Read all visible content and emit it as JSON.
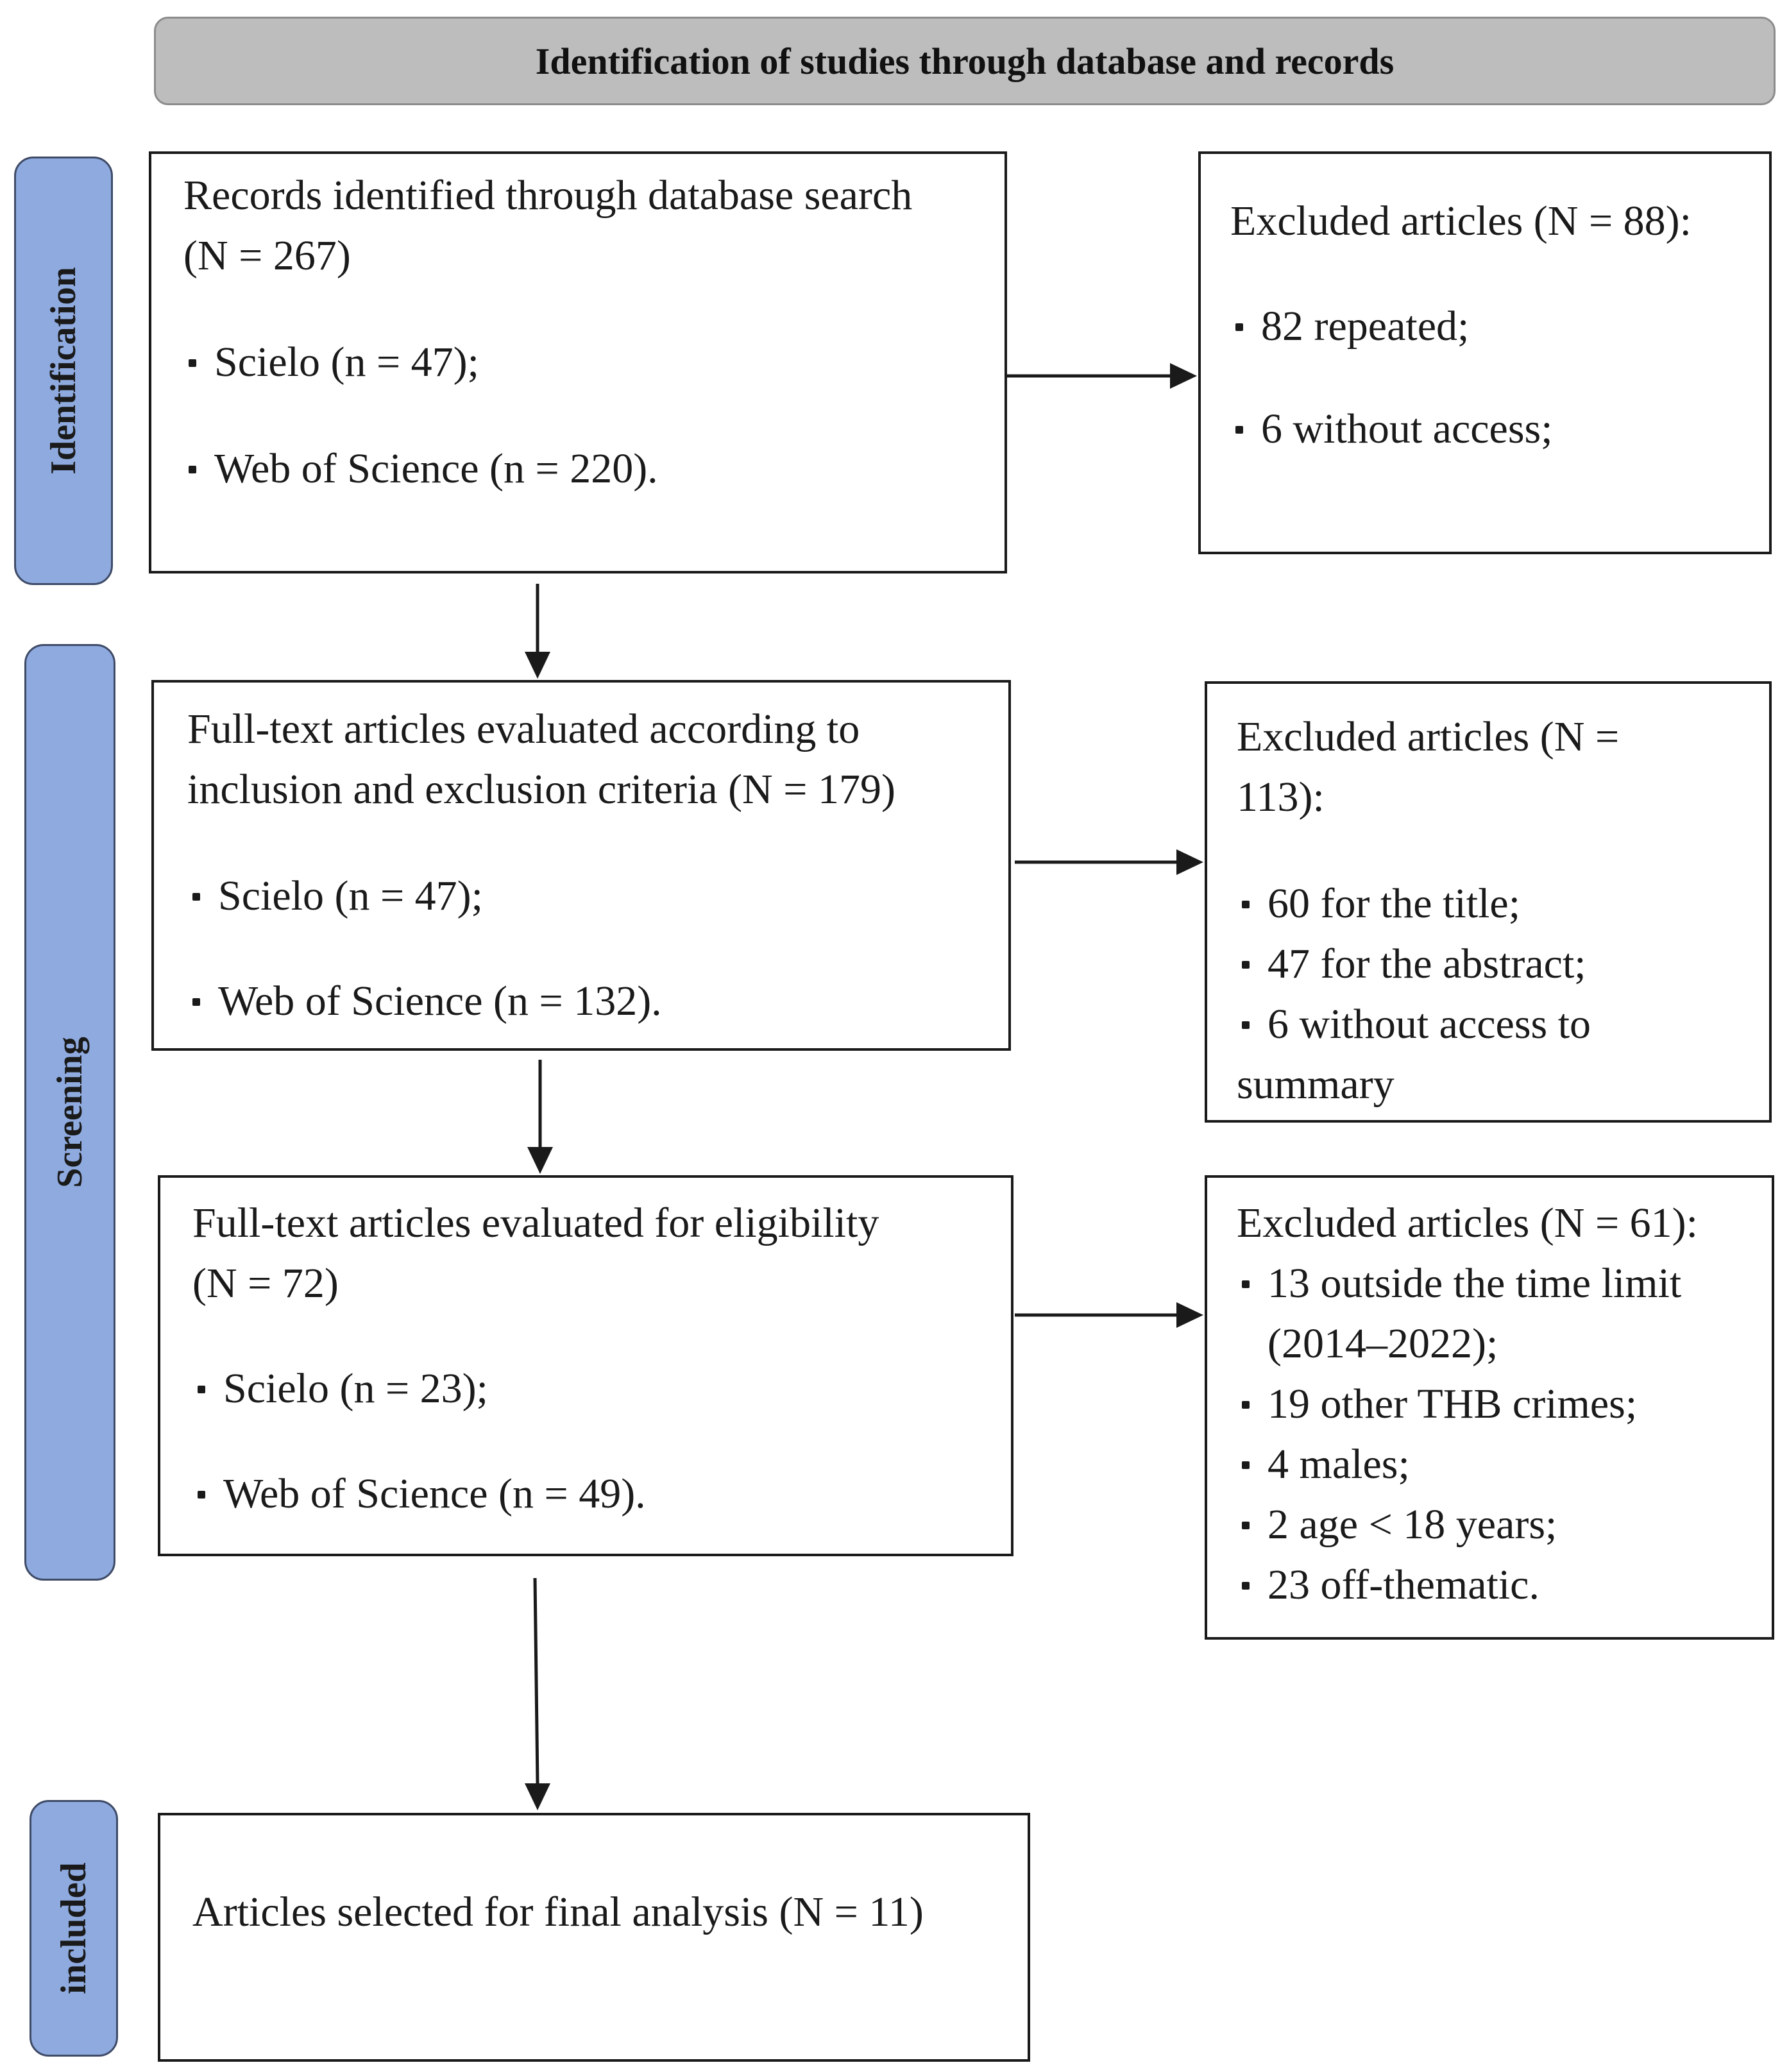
{
  "header": {
    "title": "Identification of studies through database and records"
  },
  "stages": {
    "identification": "Identification",
    "screening": "Screening",
    "included": "included"
  },
  "identification_box": {
    "line1": "Records identified through database search",
    "line2": "(N = 267)",
    "items": [
      "Scielo (n = 47);",
      "Web of Science (n = 220)."
    ]
  },
  "excluded_1": {
    "title": "Excluded articles (N = 88):",
    "items": [
      "82 repeated;",
      "6 without access;"
    ]
  },
  "screening_box": {
    "line1": "Full-text articles evaluated according to",
    "line2": "inclusion and exclusion criteria (N = 179)",
    "items": [
      "Scielo (n = 47);",
      "Web of Science (n = 132)."
    ]
  },
  "excluded_2": {
    "line1": "Excluded articles (N =",
    "line2": "113):",
    "items": [
      "60 for the title;",
      "47 for the abstract;",
      "6 without access to"
    ],
    "continuation": "summary"
  },
  "eligibility_box": {
    "line1": "Full-text articles evaluated for eligibility",
    "line2": "(N = 72)",
    "items": [
      "Scielo (n = 23);",
      "Web of Science (n = 49)."
    ]
  },
  "excluded_3": {
    "title": "Excluded articles (N = 61):",
    "items": [
      "13 outside the time limit (2014–2022);",
      "19 other THB crimes;",
      "4 males;",
      "2 age < 18 years;",
      "23 off-thematic."
    ]
  },
  "final_box": {
    "text": "Articles selected for final analysis (N = 11)"
  },
  "colors": {
    "stage_fill": "#8eaadf",
    "header_fill": "#bdbdbd",
    "stroke": "#1a1a1a"
  }
}
